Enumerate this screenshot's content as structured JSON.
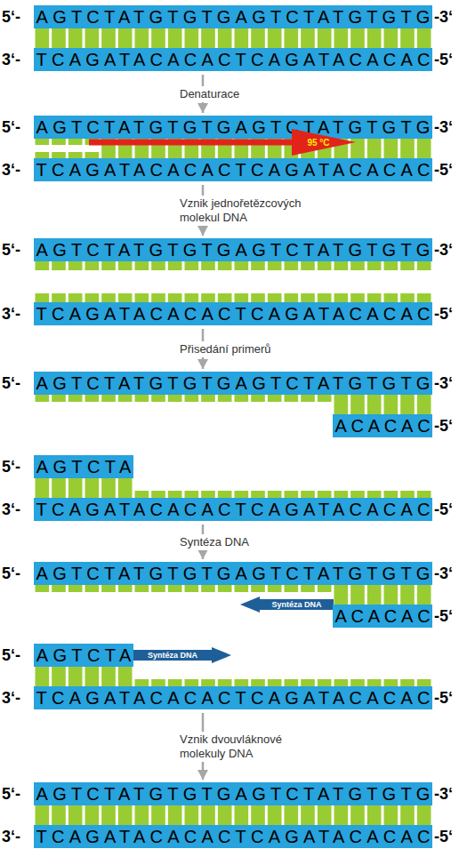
{
  "diagram": {
    "nodes": [
      {
        "text": [
          "5‘-",
          "AGTCTATGTGTGAGTCTATGTGTG",
          "-3‘"
        ]
      },
      {
        "text": [
          "3‘-",
          "TCAGATACACACTCAGATACACAC",
          "-5‘"
        ]
      },
      {
        "text": [
          "5‘-",
          "AGTCTATGTGTGAGTCTATGTGTG",
          "-3‘"
        ]
      },
      {
        "text": [
          "95 °C"
        ]
      },
      {
        "text": [
          "3‘-",
          "TCAGATACACACTCAGATACACAC",
          "-5‘"
        ]
      },
      {
        "text": [
          "5‘-",
          "AGTCTATGTGTGAGTCTATGTGTG",
          "-3‘"
        ]
      },
      {
        "text": [
          "3‘-",
          "TCAGATACACACTCAGATACACAC",
          "-5‘"
        ]
      },
      {
        "text": [
          "5‘-",
          "AGTCTATGTGTGAGTCTATGTGTG",
          "-3‘"
        ]
      },
      {
        "text": [
          "ACACAC",
          "-5‘"
        ]
      },
      {
        "text": [
          "5‘-",
          "AGTCTA"
        ]
      },
      {
        "text": [
          "3‘-",
          "TCAGATACACACTCAGATACACAC",
          "-5‘"
        ]
      },
      {
        "text": [
          "5‘-",
          "AGTCTATGTGTGAGTCTATGTGTG",
          "-3‘"
        ]
      },
      {
        "text": [
          "Syntéza DNA"
        ]
      },
      {
        "text": [
          "ACACAC",
          "-5‘"
        ]
      },
      {
        "text": [
          "5‘-",
          "AGTCTA"
        ]
      },
      {
        "text": [
          "Syntéza DNA"
        ]
      },
      {
        "text": [
          "3‘-",
          "TCAGATACACACTCAGATACACAC",
          "-5‘"
        ]
      },
      {
        "text": [
          "5‘-",
          "AGTCTATGTGTGAGTCTATGTGTG",
          "-3‘"
        ]
      },
      {
        "text": [
          "3‘-",
          "TCAGATACACACTCAGATACACAC",
          "-5‘"
        ]
      }
    ],
    "edges": [
      {
        "from": 1,
        "to": 2,
        "arrow": "to",
        "label": "Denaturace"
      },
      {
        "from": 4,
        "to": 5,
        "arrow": "to",
        "label": "Vznik jednořetězcových molekul DNA"
      },
      {
        "from": 6,
        "to": 7,
        "arrow": "to",
        "label": "Přisedání primerů"
      },
      {
        "from": 10,
        "to": 11,
        "arrow": "to",
        "label": "Syntéza DNA"
      },
      {
        "from": 16,
        "to": 17,
        "arrow": "to",
        "label": "Vznik dvouvláknové molekuly DNA"
      }
    ]
  }
}
